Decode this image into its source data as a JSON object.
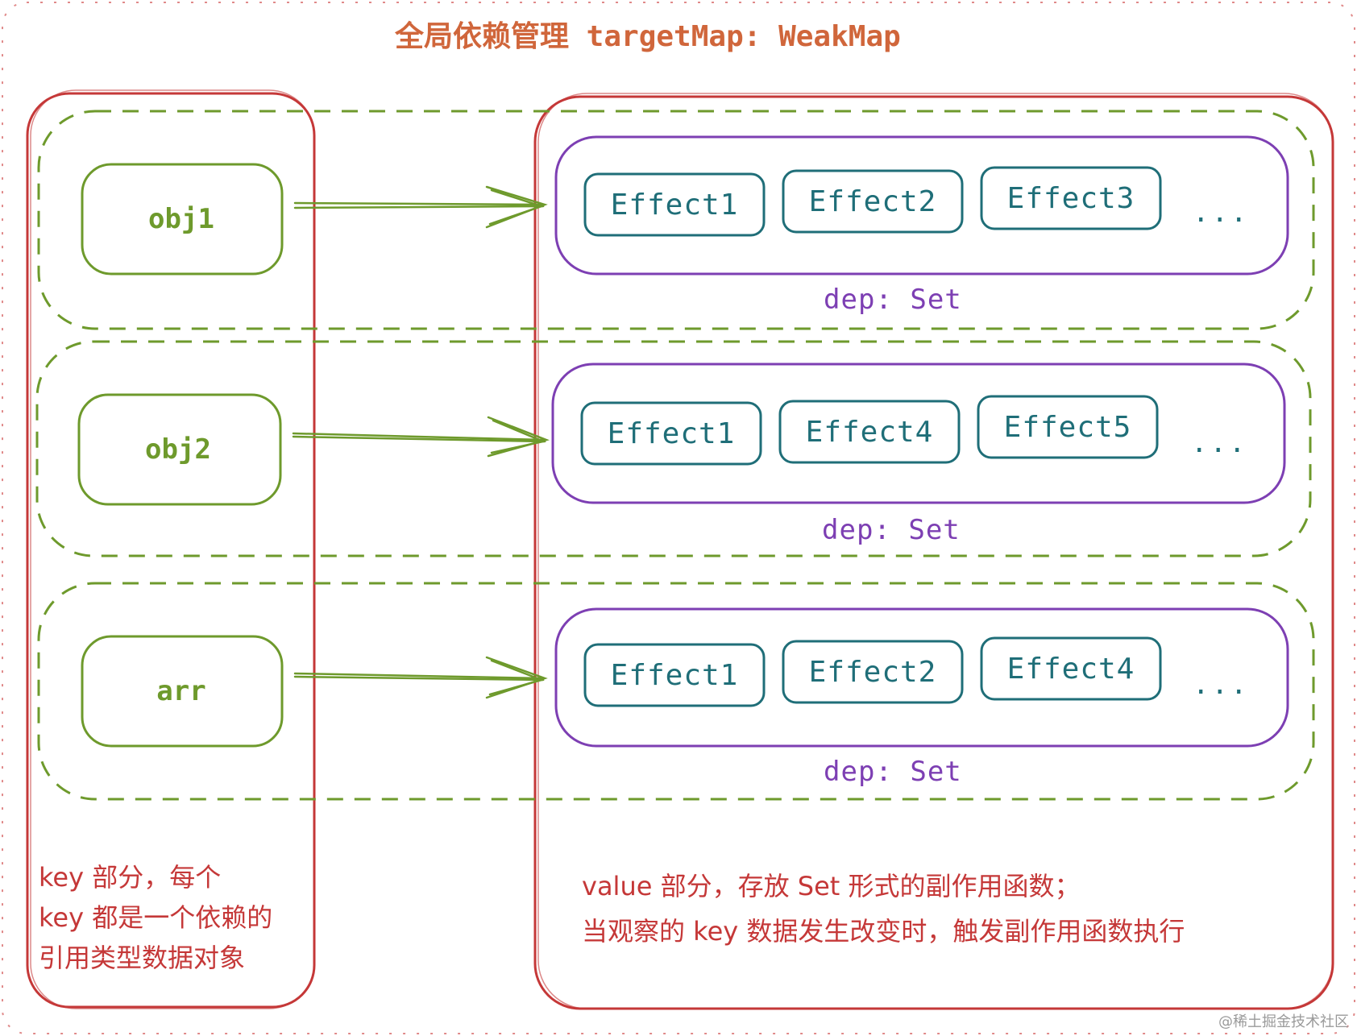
{
  "title": "全局依赖管理 targetMap: WeakMap",
  "colors": {
    "key": "#6e9a2c",
    "effect": "#1f6e78",
    "dep": "#7d3fb3",
    "outer": "#c53838",
    "dashed": "#6e9a2c",
    "title": "#d0663b"
  },
  "rows": [
    {
      "key": "obj1",
      "effects": [
        "Effect1",
        "Effect2",
        "Effect3"
      ],
      "ellipsis": "...",
      "dep_label": "dep: Set"
    },
    {
      "key": "obj2",
      "effects": [
        "Effect1",
        "Effect4",
        "Effect5"
      ],
      "ellipsis": "...",
      "dep_label": "dep: Set"
    },
    {
      "key": "arr",
      "effects": [
        "Effect1",
        "Effect2",
        "Effect4"
      ],
      "ellipsis": "...",
      "dep_label": "dep: Set"
    }
  ],
  "key_note": {
    "lines": [
      "key 部分，每个",
      "key 都是一个依赖的",
      "引用类型数据对象"
    ]
  },
  "value_note": {
    "lines": [
      "value 部分，存放 Set 形式的副作用函数；",
      "当观察的 key 数据发生改变时，触发副作用函数执行"
    ]
  },
  "watermark": "@稀土掘金技术社区"
}
